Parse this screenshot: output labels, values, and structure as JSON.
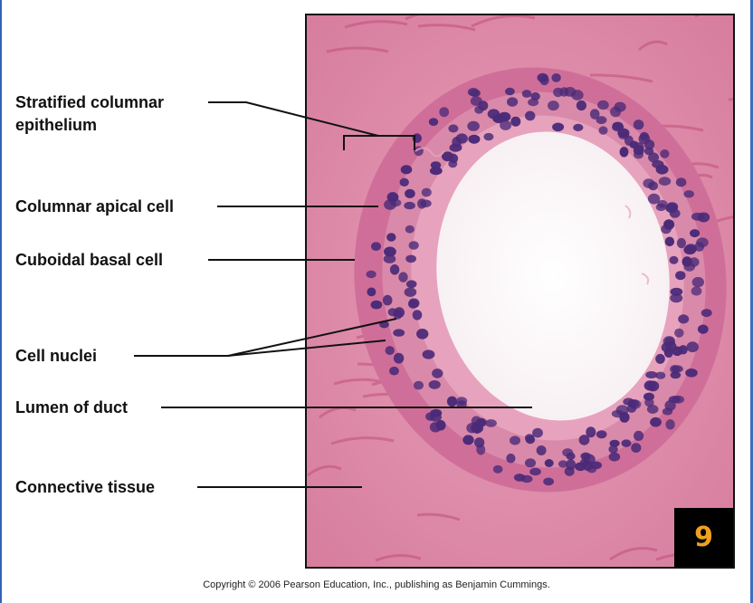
{
  "labels": {
    "stratified_line1": "Stratified columnar",
    "stratified_line2": "epithelium",
    "columnar_apical": "Columnar apical cell",
    "cuboidal_basal": "Cuboidal basal cell",
    "cell_nuclei": "Cell nuclei",
    "lumen": "Lumen of duct",
    "connective": "Connective tissue"
  },
  "figure_number": "9",
  "copyright": "Copyright © 2006 Pearson Education, Inc., publishing as Benjamin Cummings.",
  "colors": {
    "frame_blue": "#2f63b6",
    "tissue_pink": "#e48aa8",
    "epithelium_pink": "#d9709a",
    "nucleus_purple": "#4b2a78",
    "badge_orange": "#f0a020"
  }
}
